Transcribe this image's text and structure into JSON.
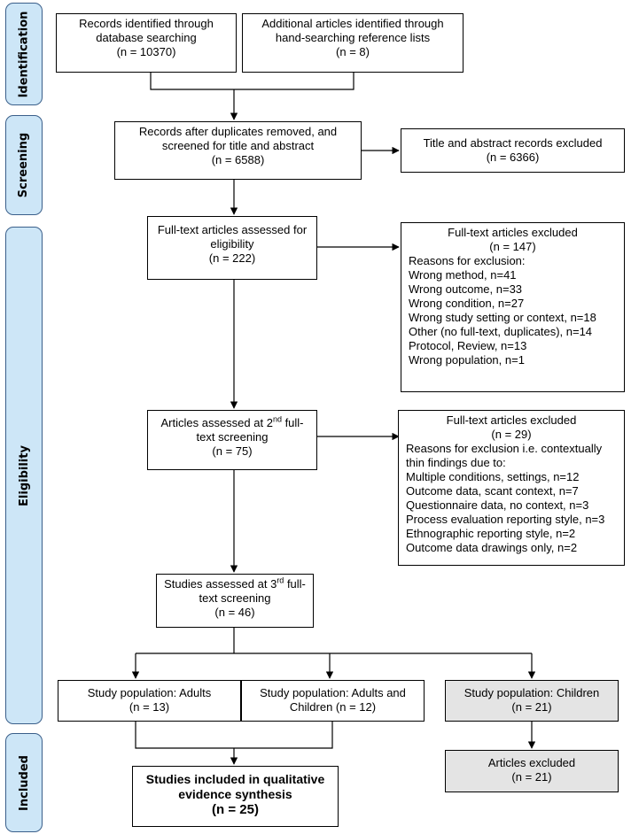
{
  "phases": {
    "identification": "Identification",
    "screening": "Screening",
    "eligibility": "Eligibility",
    "included": "Included"
  },
  "identification": {
    "database": {
      "line1": "Records identified through",
      "line2": "database searching",
      "count": "(n = 10370)"
    },
    "handsearch": {
      "line1": "Additional articles identified through",
      "line2": "hand-searching reference lists",
      "count": "(n = 8)"
    }
  },
  "screening": {
    "after_duplicates": {
      "line1": "Records after duplicates removed, and",
      "line2": "screened for title and abstract",
      "count": "(n = 6588)"
    },
    "excluded": {
      "line1": "Title and abstract records excluded",
      "count": "(n = 6366)"
    }
  },
  "eligibility": {
    "fulltext": {
      "line1": "Full-text articles assessed for",
      "line2": "eligibility",
      "count": "(n = 222)"
    },
    "fulltext_excluded": {
      "title": "Full-text articles excluded",
      "count": "(n = 147)",
      "reasons_label": "Reasons for exclusion:",
      "reasons": [
        "Wrong method, n=41",
        "Wrong outcome, n=33",
        "Wrong condition, n=27",
        "Wrong study setting or context, n=18",
        "Other (no full-text, duplicates), n=14",
        "Protocol, Review, n=13",
        "Wrong population, n=1"
      ]
    },
    "second": {
      "prefix": "Articles assessed at 2",
      "sup": "nd",
      "suffix": " full-",
      "line2": "text screening",
      "count": "(n = 75)"
    },
    "second_excluded": {
      "title": "Full-text articles excluded",
      "count": "(n = 29)",
      "reasons_label_1": "Reasons for exclusion i.e. contextually",
      "reasons_label_2": "thin findings due to:",
      "reasons": [
        "Multiple conditions, settings, n=12",
        "Outcome data, scant context, n=7",
        "Questionnaire data, no context, n=3",
        "Process evaluation reporting style, n=3",
        "Ethnographic reporting style, n=2",
        "Outcome data drawings only, n=2"
      ]
    },
    "third": {
      "prefix": "Studies assessed at 3",
      "sup": "rd",
      "suffix": " full-",
      "line2": "text screening",
      "count": "(n = 46)"
    },
    "adults": {
      "line1": "Study population: Adults",
      "count": "(n = 13)"
    },
    "adults_children": {
      "line1": "Study population: Adults and",
      "line2": "Children (n = 12)"
    },
    "children": {
      "line1": "Study population: Children",
      "count": "(n = 21)"
    }
  },
  "included": {
    "final": {
      "line1": "Studies included in qualitative",
      "line2": "evidence synthesis",
      "count": "(n = 25)"
    },
    "articles_excluded": {
      "line1": "Articles excluded",
      "count": "(n = 21)"
    }
  }
}
